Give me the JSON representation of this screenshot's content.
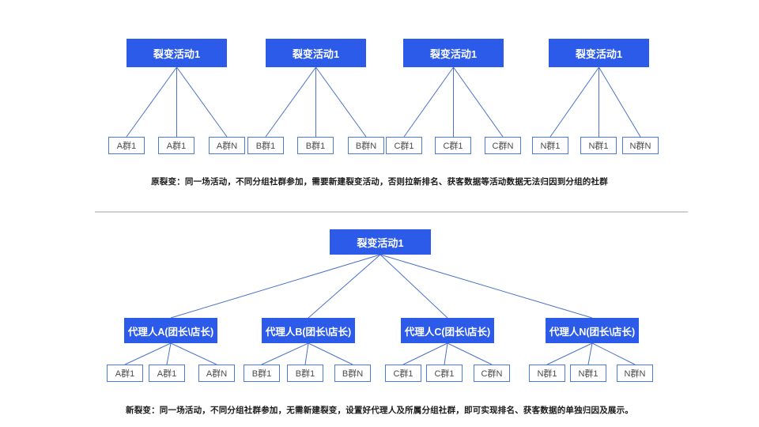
{
  "page": {
    "title": "裂变活动结构对比图",
    "background_color": "#ffffff",
    "accent_color": "#2b5be8",
    "leaf_border_color": "#4a7ae0",
    "edge_color": "#4a72c8",
    "divider_color": "#d0d0d0"
  },
  "divider": {
    "label": "section-divider"
  },
  "old_section": {
    "caption": "原裂变：同一场活动，不同分组社群参加，需要新建裂变活动，否则拉新排名、获客数据等活动数据无法归因到分组的社群",
    "trees": [
      {
        "root": "裂变活动1",
        "leaves": [
          "A群1",
          "A群1",
          "A群N"
        ]
      },
      {
        "root": "裂变活动1",
        "leaves": [
          "B群1",
          "B群1",
          "B群N"
        ]
      },
      {
        "root": "裂变活动1",
        "leaves": [
          "C群1",
          "C群1",
          "C群N"
        ]
      },
      {
        "root": "裂变活动1",
        "leaves": [
          "N群1",
          "N群1",
          "N群N"
        ]
      }
    ]
  },
  "new_section": {
    "caption": "新裂变：同一场活动，不同分组社群参加，无需新建裂变，设置好代理人及所属分组社群，即可实现排名、获客数据的单独归因及展示。",
    "root": "裂变活动1",
    "agents": [
      {
        "label": "代理人A(团长\\店长)",
        "leaves": [
          "A群1",
          "A群1",
          "A群N"
        ]
      },
      {
        "label": "代理人B(团长\\店长)",
        "leaves": [
          "B群1",
          "B群1",
          "B群N"
        ]
      },
      {
        "label": "代理人C(团长\\店长)",
        "leaves": [
          "C群1",
          "C群1",
          "C群N"
        ]
      },
      {
        "label": "代理人N(团长\\店长)",
        "leaves": [
          "N群1",
          "N群1",
          "N群N"
        ]
      }
    ]
  }
}
